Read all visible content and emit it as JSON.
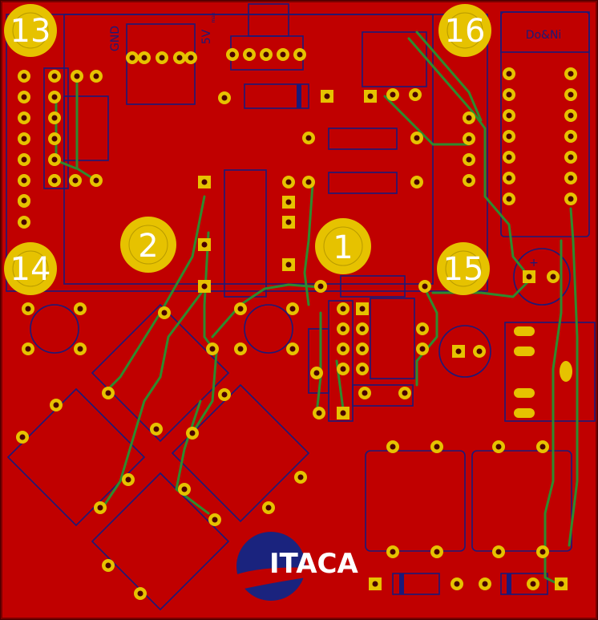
{
  "board": {
    "colors": {
      "copper": "#c00000",
      "pad": "#e6c200",
      "silk": "#1a1a7a",
      "trace": "#2e8b2e"
    },
    "mount_holes": [
      {
        "label": "13"
      },
      {
        "label": "16"
      },
      {
        "label": "14"
      },
      {
        "label": "15"
      },
      {
        "label": "2"
      },
      {
        "label": "1"
      }
    ],
    "labels": {
      "gnd": "GND",
      "v5": "5V",
      "max": "max",
      "doni": "Do&Ni",
      "logo": "ITACA",
      "plus": "+"
    }
  }
}
